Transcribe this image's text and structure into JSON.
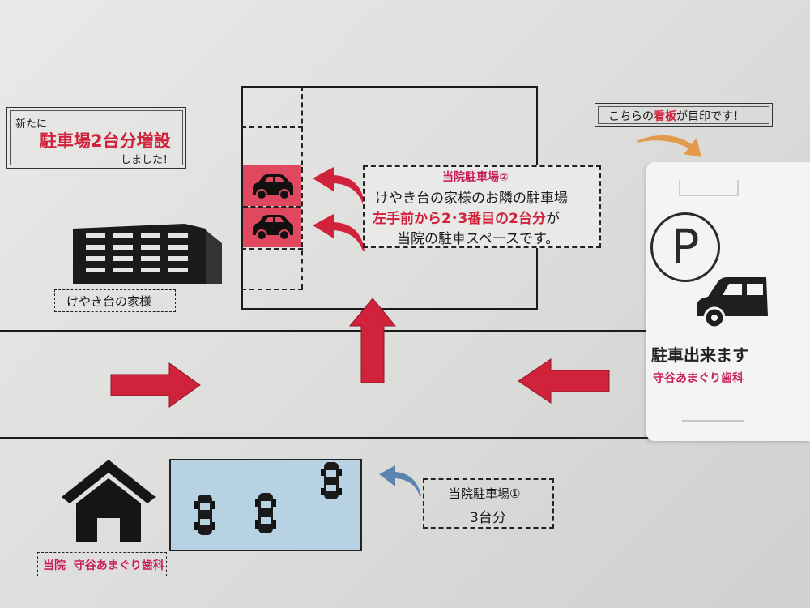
{
  "notice": {
    "line1": "新たに",
    "line2": "駐車場2台分増設",
    "line3": "しました！"
  },
  "neighbor_label": "けやき台の家様",
  "parking2": {
    "title": "当院駐車場②",
    "line1": "けやき台の家様のお隣の駐車場",
    "line2_red": "左手前から2･3番目の2台分",
    "line2_tail": "が",
    "line3": "当院の駐車スペースです。"
  },
  "sign_caption": {
    "before": "こちらの",
    "highlight": "看板",
    "after": "が目印です！"
  },
  "sign": {
    "parking_letter": "P",
    "text": "駐車出来ます",
    "clinic": "守谷あまぐり歯科"
  },
  "parking1": {
    "title": "当院駐車場①",
    "count": "3台分"
  },
  "clinic_label": {
    "prefix": "当院",
    "name": "守谷あまぐり歯科"
  },
  "colors": {
    "arrow_red": "#d0223a",
    "parking_fill": "#e04860",
    "lot1_fill": "#b7d3e3",
    "sign_pink": "#c81f5c"
  }
}
